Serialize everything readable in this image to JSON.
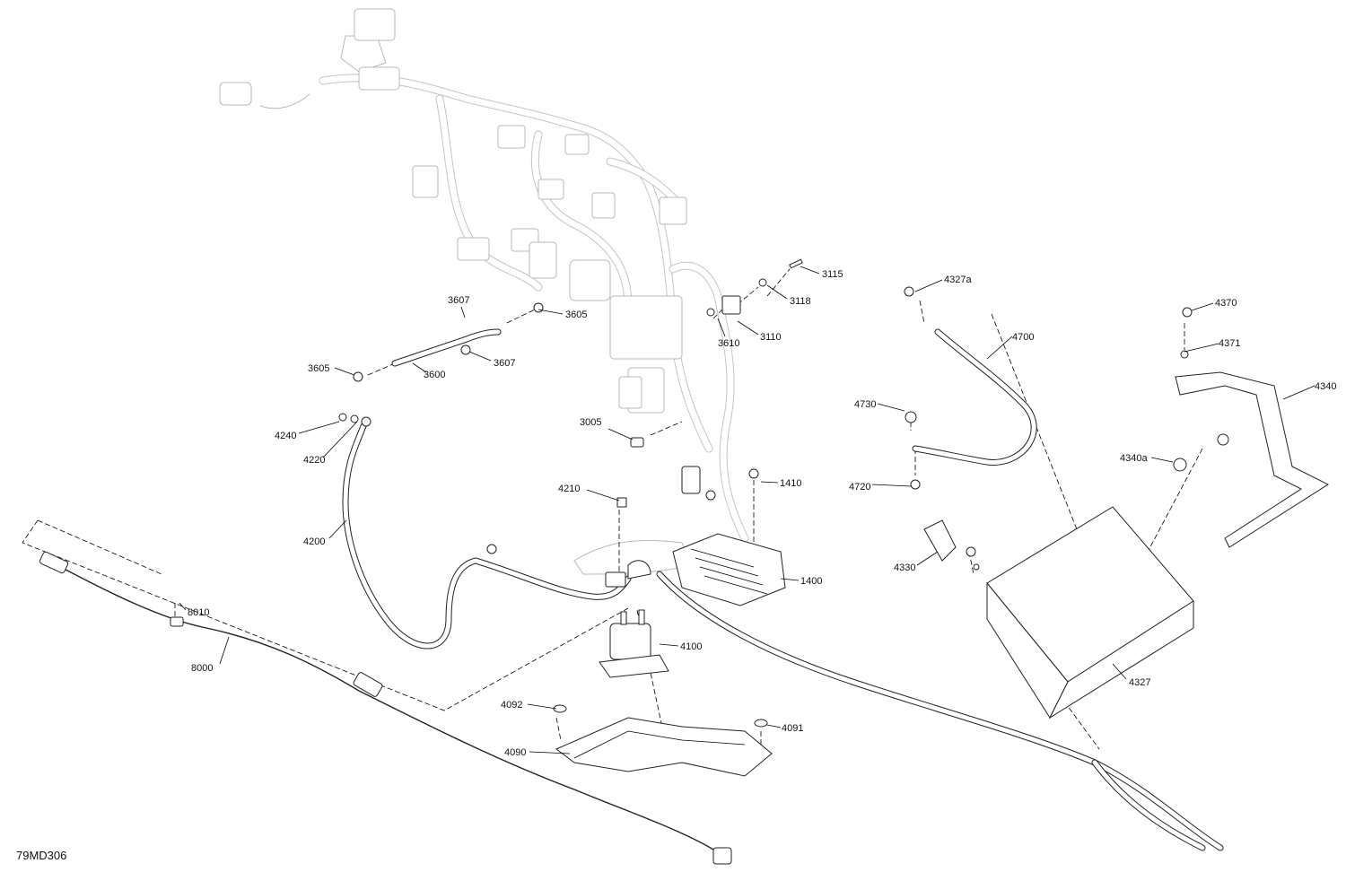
{
  "drawing": {
    "reference": "79MD306",
    "callouts": {
      "c3115": "3115",
      "c3118": "3118",
      "c3110": "3110",
      "c3610": "3610",
      "c3607a": "3607",
      "c3605a": "3605",
      "c3605b": "3605",
      "c3600": "3600",
      "c3607b": "3607",
      "c3005": "3005",
      "c4240": "4240",
      "c4220": "4220",
      "c4200": "4200",
      "c4210": "4210",
      "c1410": "1410",
      "c1400": "1400",
      "c4100": "4100",
      "c4092": "4092",
      "c4091": "4091",
      "c4090": "4090",
      "c8010": "8010",
      "c8000": "8000",
      "c4327a": "4327a",
      "c4700": "4700",
      "c4730": "4730",
      "c4720": "4720",
      "c4330": "4330",
      "c4327": "4327",
      "c4370": "4370",
      "c4371": "4371",
      "c4340": "4340",
      "c4340a": "4340a"
    }
  }
}
